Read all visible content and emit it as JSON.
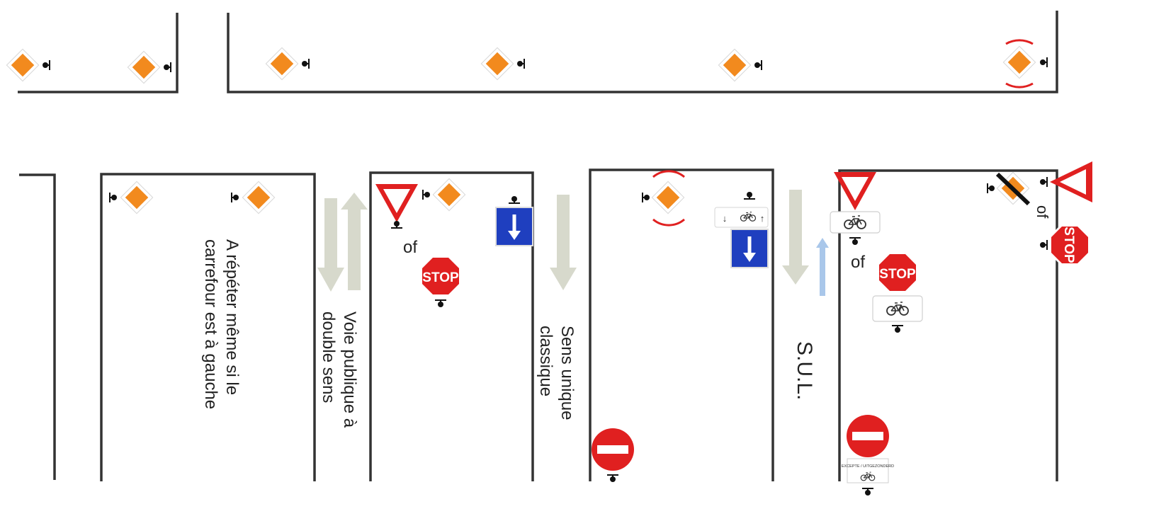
{
  "labels": {
    "repeat_line1": "A répéter même si le",
    "repeat_line2": "carrefour est à gauche",
    "two_way_line1": "Voie publique à",
    "two_way_line2": "double sens",
    "one_way_line1": "Sens unique",
    "one_way_line2": "classique",
    "sul": "S.U.L.",
    "or_1": "of",
    "or_2": "of",
    "or_3": "of"
  },
  "sign_texts": {
    "stop": "STOP",
    "bike_exception": "EXCEPTE / UITGEZONDERD"
  },
  "colors": {
    "priority_road": "#f28a1e",
    "sign_red": "#e02020",
    "sign_blue": "#1f3fbf",
    "road_edge": "#333333",
    "direction_arrow": "#d7d9cc",
    "bike_arrow": "#a9c7ea"
  },
  "icons": [
    "priority-road-sign-icon",
    "yield-sign-icon",
    "stop-sign-icon",
    "one-way-sign-icon",
    "no-entry-sign-icon",
    "bicycle-icon",
    "end-priority-road-sign-icon",
    "signpost-icon"
  ]
}
